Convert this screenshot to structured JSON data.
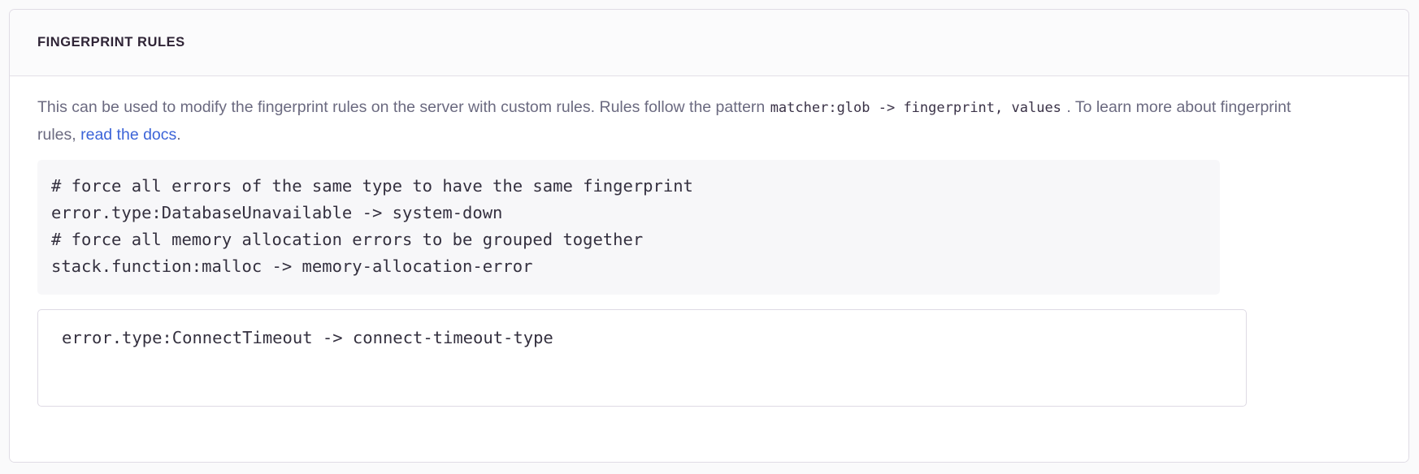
{
  "panel": {
    "title": "Fingerprint Rules",
    "description": {
      "segment_1": "This can be used to modify the fingerprint rules on the server with custom rules. Rules follow the pattern ",
      "code_1": "matcher:glob -> fingerprint, values",
      "segment_2": " . To learn more about fingerprint rules, ",
      "link_label": "read the docs",
      "segment_3": "."
    },
    "code_sample": "# force all errors of the same type to have the same fingerprint\nerror.type:DatabaseUnavailable -> system-down\n# force all memory allocation errors to be grouped together\nstack.function:malloc -> memory-allocation-error",
    "code_sample_lines": [
      "# force all errors of the same type to have the same fingerprint",
      "error.type:DatabaseUnavailable -> system-down",
      "# force all memory allocation errors to be grouped together",
      "stack.function:malloc -> memory-allocation-error"
    ],
    "rules_input": {
      "value": "error.type:ConnectTimeout -> connect-timeout-type",
      "placeholder": "error.type:ConnectTimeout -> connect-timeout-type"
    }
  },
  "colors": {
    "page_background": "#fafafb",
    "panel_background": "#ffffff",
    "panel_header_background": "#fbfbfc",
    "panel_border": "#e0dce5",
    "title_text": "#2f2436",
    "description_text": "#6b6a80",
    "code_text": "#34303f",
    "code_block_background": "#f7f7f9",
    "link": "#3c64d8",
    "input_border": "#dedae4"
  }
}
